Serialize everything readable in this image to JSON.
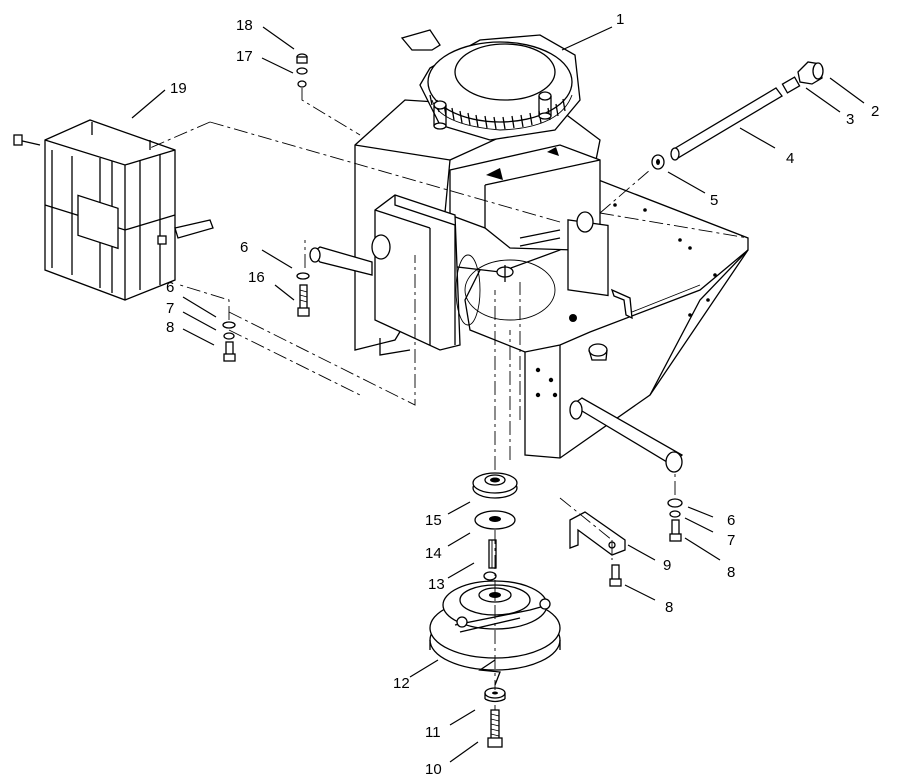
{
  "diagram": {
    "callouts": [
      {
        "id": "c1",
        "text": "1"
      },
      {
        "id": "c2",
        "text": "2"
      },
      {
        "id": "c3",
        "text": "3"
      },
      {
        "id": "c4",
        "text": "4"
      },
      {
        "id": "c5",
        "text": "5"
      },
      {
        "id": "c6a",
        "text": "6"
      },
      {
        "id": "c6b",
        "text": "6"
      },
      {
        "id": "c6c",
        "text": "6"
      },
      {
        "id": "c7a",
        "text": "7"
      },
      {
        "id": "c7b",
        "text": "7"
      },
      {
        "id": "c8a",
        "text": "8"
      },
      {
        "id": "c8b",
        "text": "8"
      },
      {
        "id": "c8c",
        "text": "8"
      },
      {
        "id": "c9",
        "text": "9"
      },
      {
        "id": "c10",
        "text": "10"
      },
      {
        "id": "c11",
        "text": "11"
      },
      {
        "id": "c12",
        "text": "12"
      },
      {
        "id": "c13",
        "text": "13"
      },
      {
        "id": "c14",
        "text": "14"
      },
      {
        "id": "c15",
        "text": "15"
      },
      {
        "id": "c16",
        "text": "16"
      },
      {
        "id": "c17",
        "text": "17"
      },
      {
        "id": "c18",
        "text": "18"
      },
      {
        "id": "c19",
        "text": "19"
      }
    ]
  }
}
